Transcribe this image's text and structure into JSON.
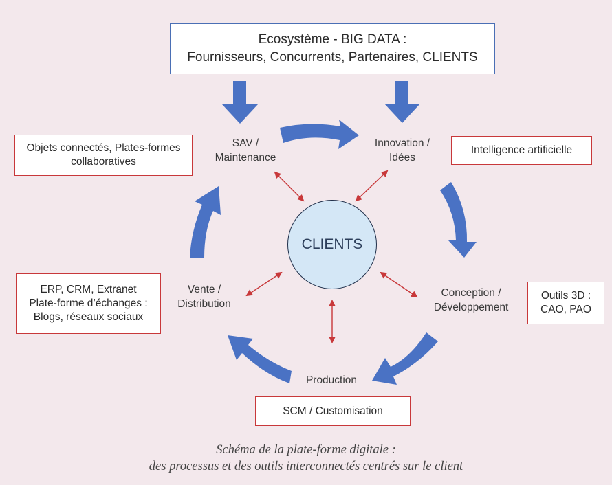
{
  "colors": {
    "background": "#f3e8ec",
    "flow_arrow": "#4a72c4",
    "link_arrow": "#c8383a",
    "clients_fill": "#d4e7f6",
    "top_box_border": "#4a6fb5",
    "tool_box_border": "#c8383a"
  },
  "ecosystem": {
    "line1": "Ecosystème - BIG DATA :",
    "line2": "Fournisseurs, Concurrents, Partenaires, CLIENTS"
  },
  "center": {
    "label": "CLIENTS"
  },
  "stages": {
    "sav": {
      "line1": "SAV /",
      "line2": "Maintenance"
    },
    "innovation": {
      "line1": "Innovation /",
      "line2": "Idées"
    },
    "conception": {
      "line1": "Conception /",
      "line2": "Développement"
    },
    "production": {
      "line1": "Production"
    },
    "vente": {
      "line1": "Vente /",
      "line2": "Distribution"
    }
  },
  "tools": {
    "objets": {
      "line1": "Objets connectés, Plates-formes",
      "line2": "collaboratives"
    },
    "ia": {
      "line1": "Intelligence artificielle"
    },
    "outils3d": {
      "line1": "Outils 3D :",
      "line2": "CAO, PAO"
    },
    "erp": {
      "line1": "ERP, CRM, Extranet",
      "line2": "Plate-forme d’échanges :",
      "line3": "Blogs, réseaux sociaux"
    },
    "scm": {
      "line1": "SCM / Customisation"
    }
  },
  "caption": {
    "line1": "Schéma de la plate-forme digitale :",
    "line2": "des processus et des outils interconnectés centrés sur le client"
  }
}
